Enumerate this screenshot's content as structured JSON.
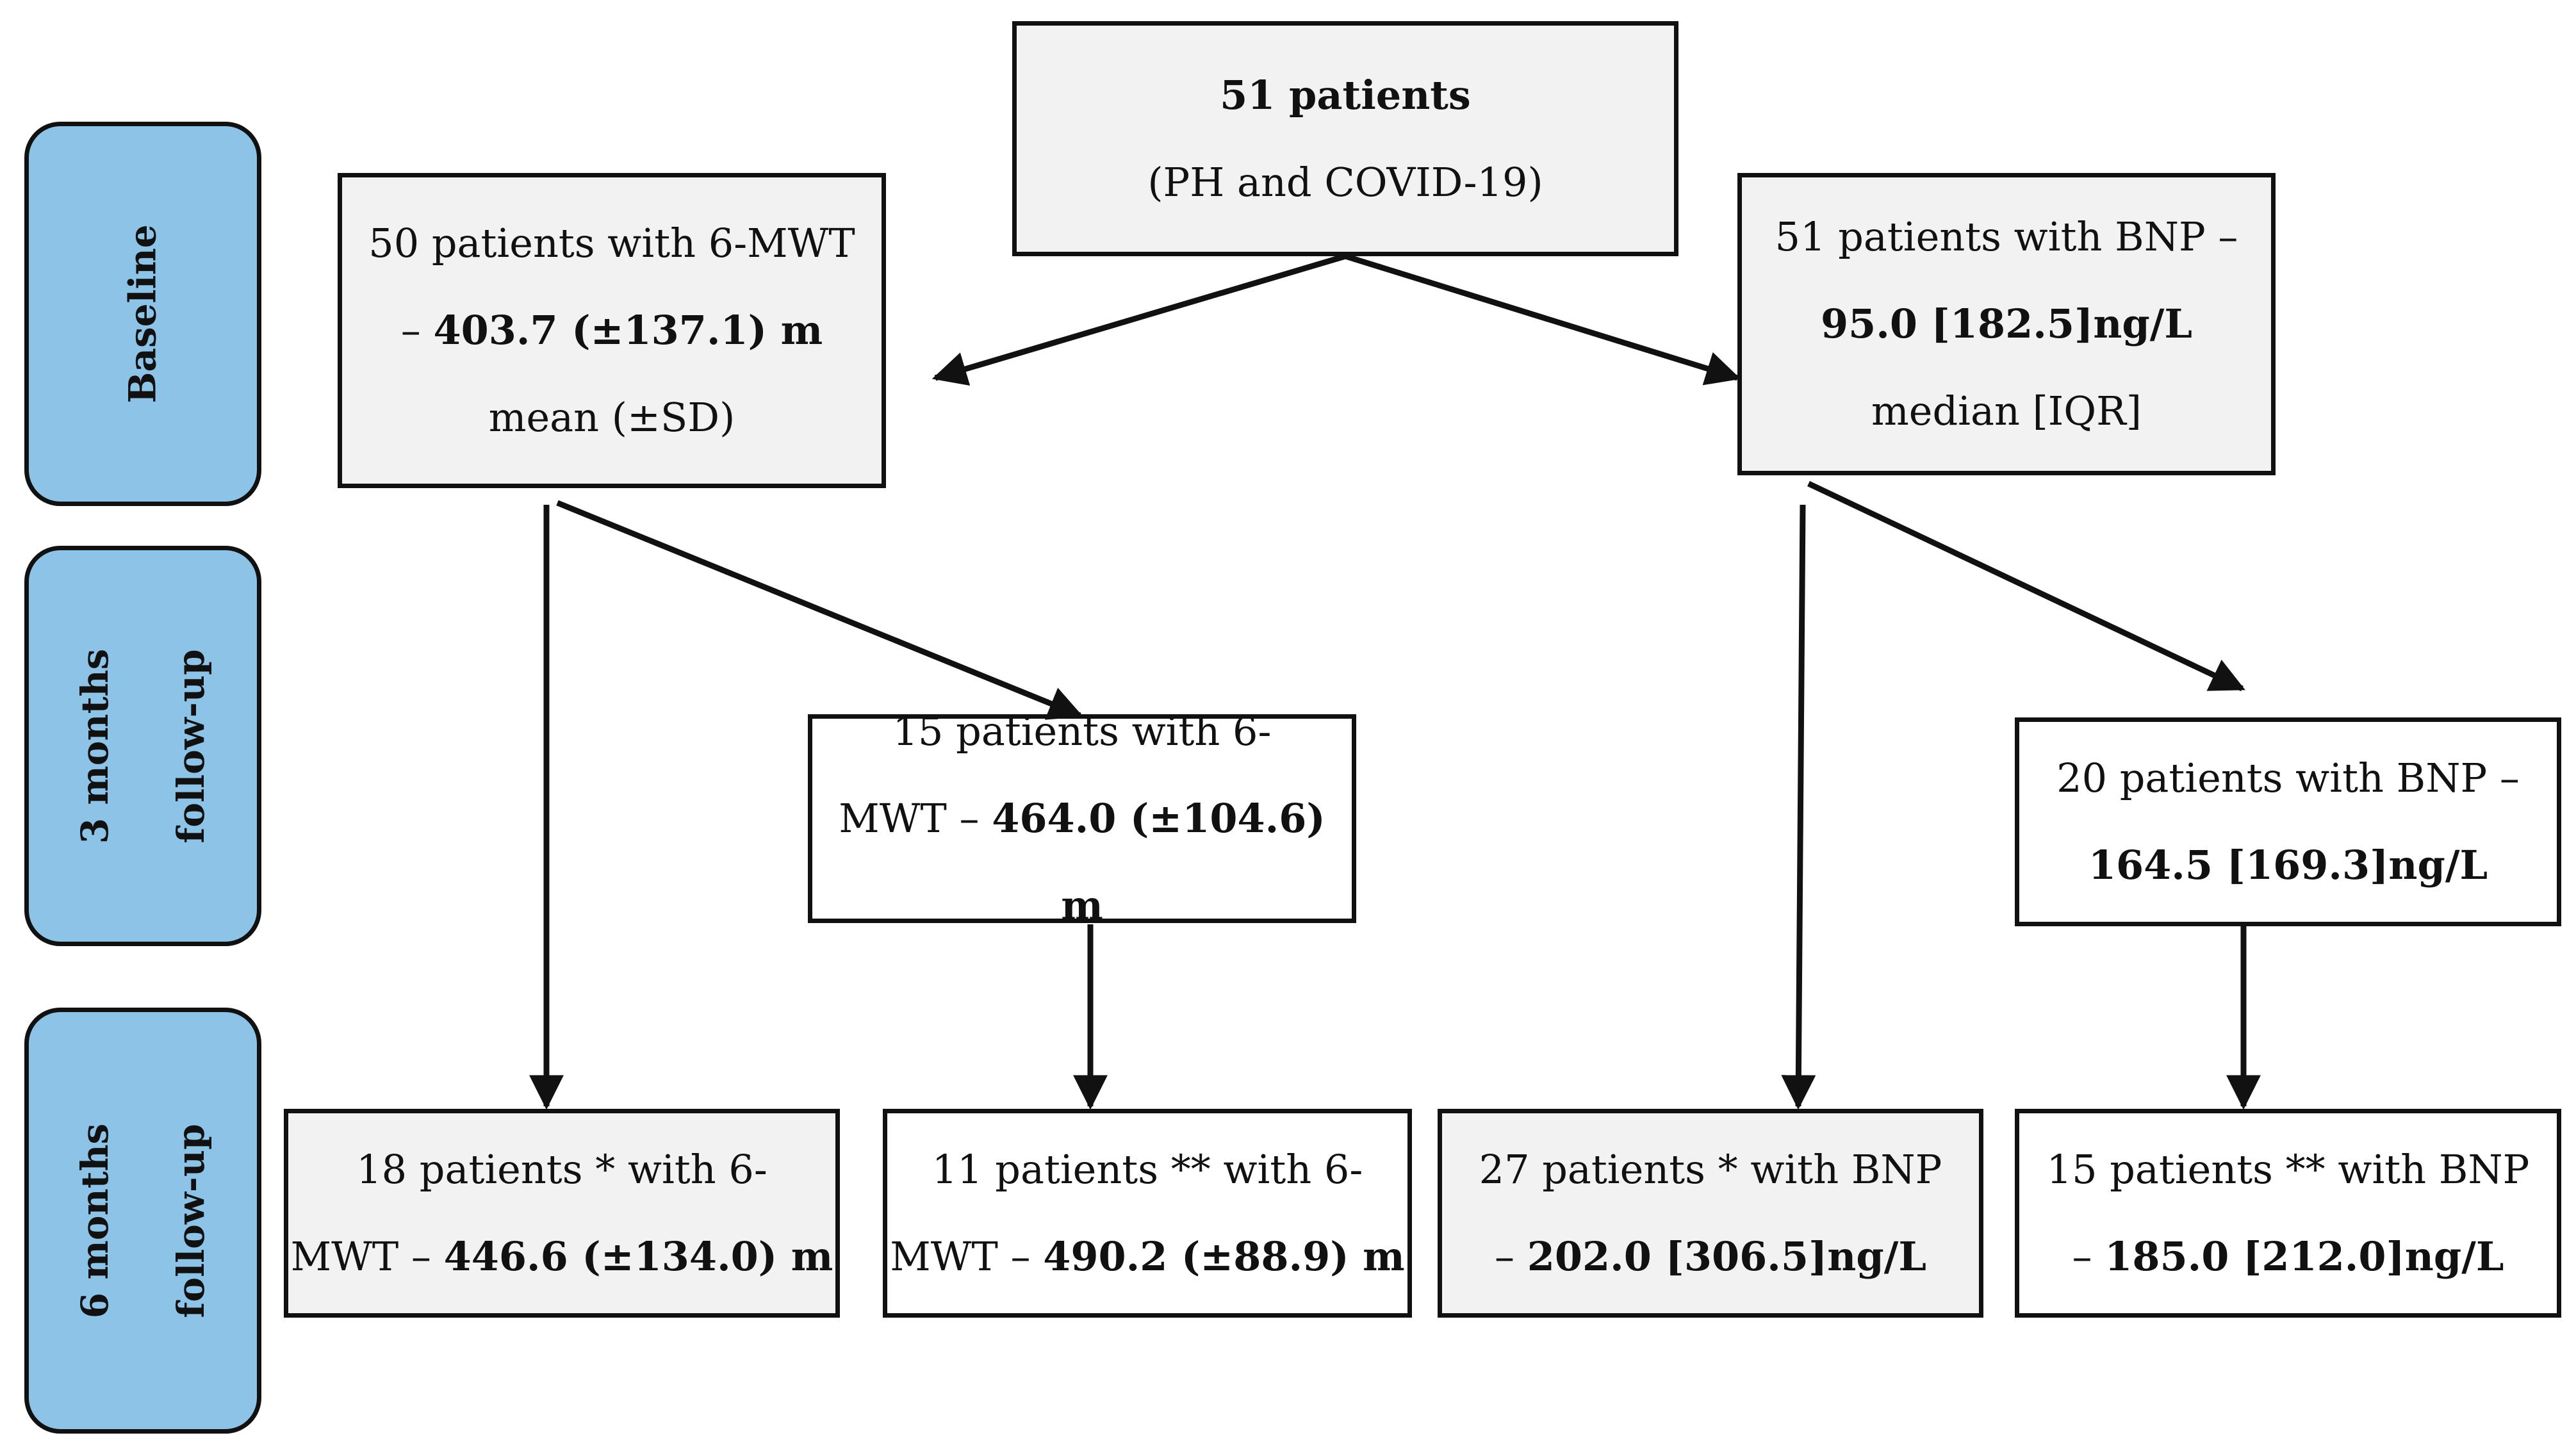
{
  "phases": {
    "baseline": "Baseline",
    "three_months": [
      "3 months",
      "follow-up"
    ],
    "six_months": [
      "6 months",
      "follow-up"
    ]
  },
  "boxes": {
    "top": {
      "line1": "51 patients",
      "line2": "(PH and COVID-19)"
    },
    "base_mwt": {
      "line1": "50 patients with 6-MWT",
      "prefix2": "– ",
      "value": "403.7 (±137.1) m",
      "line3": "mean (±SD)"
    },
    "base_bnp": {
      "line1": "51 patients with BNP –",
      "value": "95.0 [182.5]ng/L",
      "line3": "median [IQR]"
    },
    "m3_mwt": {
      "line1": "15 patients with 6-",
      "prefix2": "MWT – ",
      "value": "464.0 (±104.6) m"
    },
    "m3_bnp": {
      "line1": "20 patients with BNP –",
      "value": "164.5 [169.3]ng/L"
    },
    "m6_mwt_a": {
      "line1": "18 patients * with 6-",
      "prefix2": "MWT – ",
      "value": "446.6 (±134.0) m"
    },
    "m6_mwt_b": {
      "line1": "11 patients ** with 6-",
      "prefix2": "MWT – ",
      "value": "490.2 (±88.9) m"
    },
    "m6_bnp_a": {
      "line1": "27 patients * with BNP",
      "prefix2": "– ",
      "value": "202.0 [306.5]ng/L"
    },
    "m6_bnp_b": {
      "line1": "15 patients ** with BNP",
      "prefix2": "– ",
      "value": "185.0 [212.0]ng/L"
    }
  },
  "colors": {
    "phase_fill": "#8ec3e8",
    "grey_box": "#f2f2f2",
    "white_box": "#ffffff",
    "stroke": "#111111"
  }
}
